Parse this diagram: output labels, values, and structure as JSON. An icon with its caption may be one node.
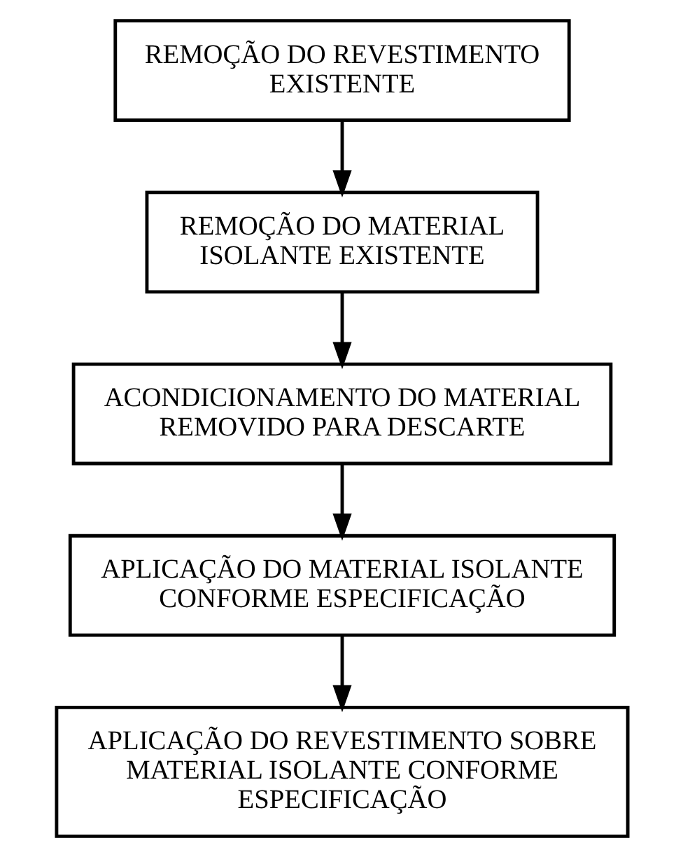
{
  "diagram": {
    "nodes": [
      {
        "text": [
          "REMOÇÃO DO REVESTIMENTO EXISTENTE"
        ]
      },
      {
        "text": [
          "REMOÇÃO DO MATERIAL ISOLANTE EXISTENTE"
        ]
      },
      {
        "text": [
          "ACONDICIONAMENTO DO MATERIAL REMOVIDO PARA DESCARTE"
        ]
      },
      {
        "text": [
          "APLICAÇÃO DO MATERIAL ISOLANTE CONFORME ESPECIFICAÇÃO"
        ]
      },
      {
        "text": [
          "APLICAÇÃO DO REVESTIMENTO SOBRE MATERIAL ISOLANTE CONFORME ESPECIFICAÇÃO"
        ]
      }
    ],
    "edges": [
      {
        "from": 0,
        "to": 1,
        "arrow": "to"
      },
      {
        "from": 1,
        "to": 2,
        "arrow": "to"
      },
      {
        "from": 2,
        "to": 3,
        "arrow": "to"
      },
      {
        "from": 3,
        "to": 4,
        "arrow": "to"
      }
    ]
  }
}
